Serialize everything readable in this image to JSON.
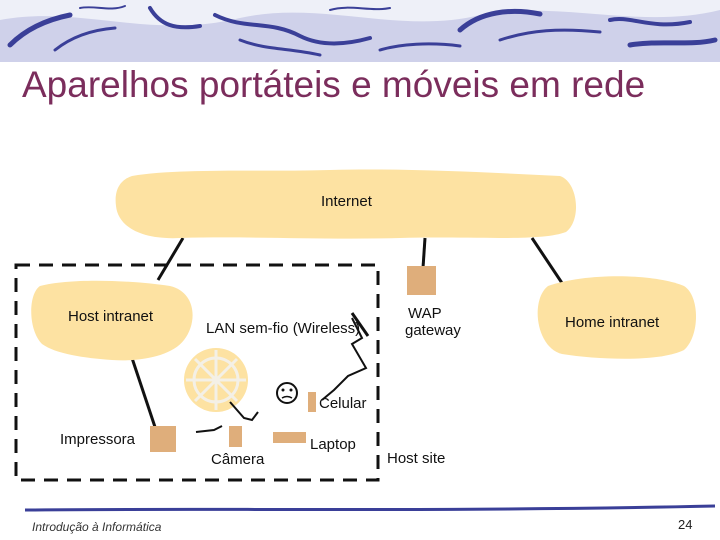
{
  "slide": {
    "title": "Aparelhos portáteis e móveis em rede",
    "footer": "Introdução à Informática",
    "page_number": "24"
  },
  "diagram": {
    "internet_label": "Internet",
    "host_intranet_label": "Host intranet",
    "lan_wireless_label": "LAN sem-fio (Wireless)",
    "wap_label_line1": "WAP",
    "wap_label_line2": "gateway",
    "home_intranet_label": "Home intranet",
    "celular_label": "Celular",
    "impressora_label": "Impressora",
    "camera_label": "Câmera",
    "laptop_label": "Laptop",
    "host_site_label": "Host site"
  },
  "colors": {
    "cloud_fill": "#fde2a2",
    "device_fill": "#dfae7b",
    "title_color": "#7b2d5c",
    "banner_stroke": "#3a3f98",
    "banner_fill": "#dfe0f2"
  },
  "icons": [
    "smiley-face-icon",
    "wireless-antenna-icon",
    "lightning-link-icon"
  ]
}
